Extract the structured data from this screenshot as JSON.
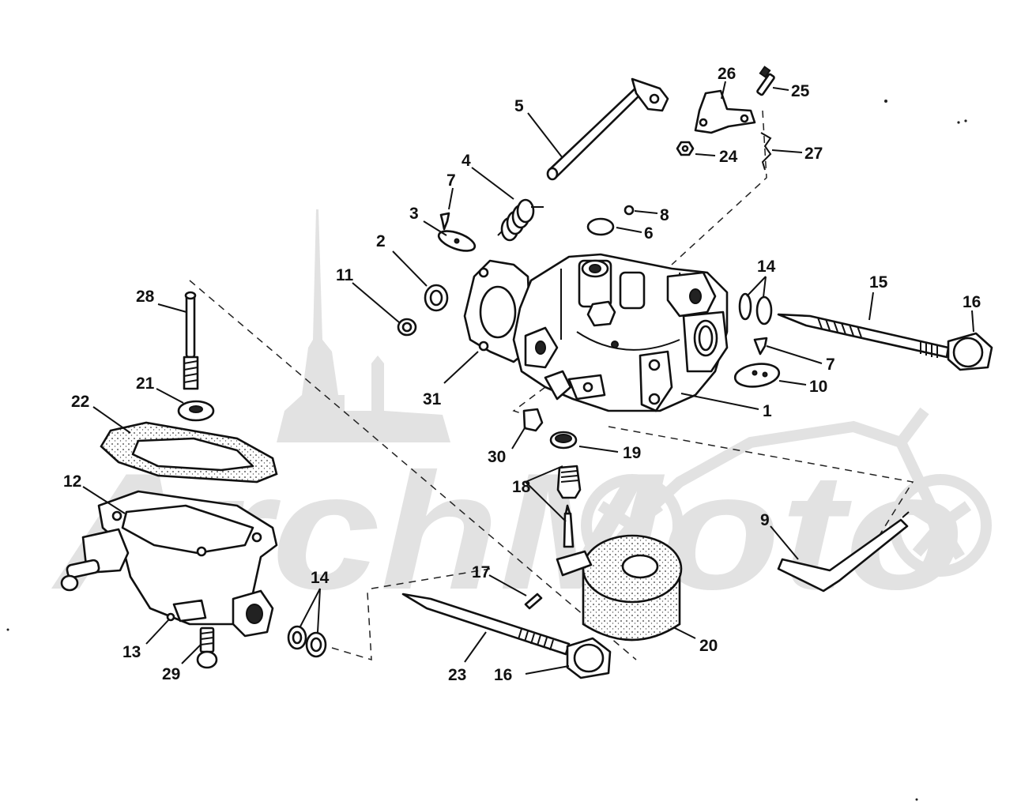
{
  "watermark": {
    "text": "ArchMoto",
    "color": "#e2e2e2"
  },
  "callouts": {
    "c1": "1",
    "c2": "2",
    "c3": "3",
    "c4": "4",
    "c5": "5",
    "c6": "6",
    "c7a": "7",
    "c7b": "7",
    "c8": "8",
    "c9": "9",
    "c10": "10",
    "c11": "11",
    "c12": "12",
    "c13": "13",
    "c14a": "14",
    "c14b": "14",
    "c15": "15",
    "c16a": "16",
    "c16b": "16",
    "c17": "17",
    "c18": "18",
    "c19": "19",
    "c20": "20",
    "c21": "21",
    "c22": "22",
    "c23": "23",
    "c24": "24",
    "c25": "25",
    "c26": "26",
    "c27": "27",
    "c28": "28",
    "c29": "29",
    "c30": "30",
    "c31": "31"
  },
  "parts": [
    {
      "number": "1",
      "name": "carburetor-body"
    },
    {
      "number": "2",
      "name": "seal-ring"
    },
    {
      "number": "3",
      "name": "throttle-valve-plate"
    },
    {
      "number": "4",
      "name": "torsion-spring"
    },
    {
      "number": "5",
      "name": "throttle-shaft"
    },
    {
      "number": "6",
      "name": "welch-plug"
    },
    {
      "number": "7",
      "name": "valve-screw"
    },
    {
      "number": "8",
      "name": "pin"
    },
    {
      "number": "9",
      "name": "choke-shaft"
    },
    {
      "number": "10",
      "name": "choke-valve-plate"
    },
    {
      "number": "11",
      "name": "packing"
    },
    {
      "number": "12",
      "name": "float-bowl"
    },
    {
      "number": "13",
      "name": "plug"
    },
    {
      "number": "14",
      "name": "washer-pair"
    },
    {
      "number": "15",
      "name": "needle-valve"
    },
    {
      "number": "16",
      "name": "packing-nut"
    },
    {
      "number": "17",
      "name": "float-hinge-pin"
    },
    {
      "number": "18",
      "name": "inlet-needle-and-seat"
    },
    {
      "number": "19",
      "name": "gasket"
    },
    {
      "number": "20",
      "name": "float"
    },
    {
      "number": "21",
      "name": "grommet"
    },
    {
      "number": "22",
      "name": "bowl-gasket"
    },
    {
      "number": "23",
      "name": "high-speed-needle"
    },
    {
      "number": "24",
      "name": "nut"
    },
    {
      "number": "25",
      "name": "screw"
    },
    {
      "number": "26",
      "name": "bracket"
    },
    {
      "number": "27",
      "name": "spring-clip"
    },
    {
      "number": "28",
      "name": "main-nozzle"
    },
    {
      "number": "29",
      "name": "bowl-screw"
    },
    {
      "number": "30",
      "name": "nozzle-plug"
    },
    {
      "number": "31",
      "name": "flange-gasket"
    }
  ]
}
